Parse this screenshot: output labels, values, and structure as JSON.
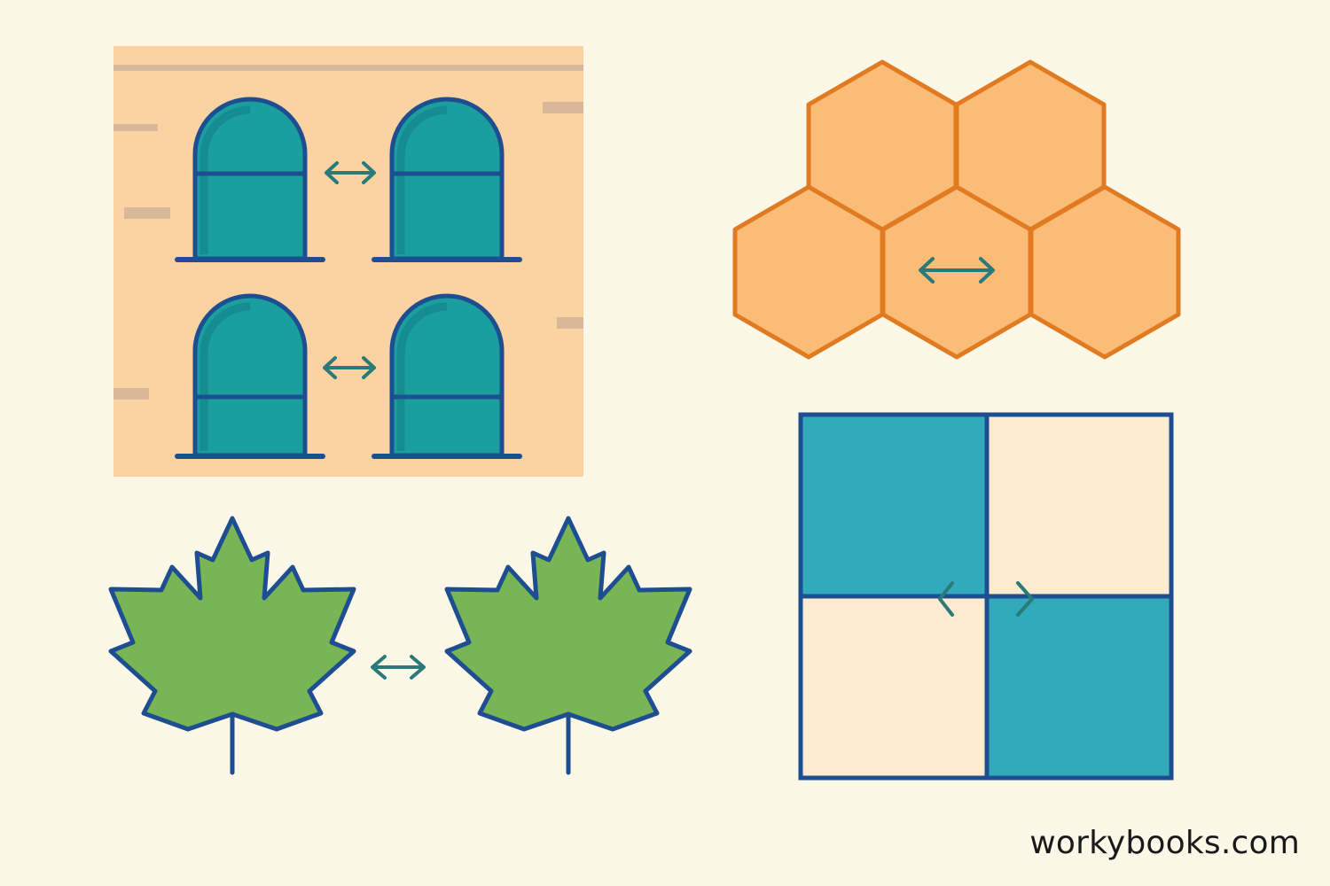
{
  "watermark": "workybooks.com",
  "colors": {
    "background": "#FDF7E7",
    "building_wall": "#FBD3A2",
    "window_fill": "#1A9E9E",
    "outline_blue": "#1D4E91",
    "arrow_teal": "#2A7A7A",
    "hex_fill": "#FBBC77",
    "hex_stroke": "#E07B22",
    "leaf_green": "#79B455",
    "tile_teal": "#33AABB",
    "tile_cream": "#FDEBCF"
  },
  "panels": [
    {
      "id": "building",
      "icon": "building-windows-icon",
      "symmetry_arrows": 2
    },
    {
      "id": "honeycomb",
      "icon": "honeycomb-icon",
      "symmetry_arrows": 1
    },
    {
      "id": "maple-leaves",
      "icon": "maple-leaf-icon",
      "symmetry_arrows": 1
    },
    {
      "id": "checker-square",
      "icon": "checkerboard-icon",
      "symmetry_arrows": 1
    }
  ]
}
